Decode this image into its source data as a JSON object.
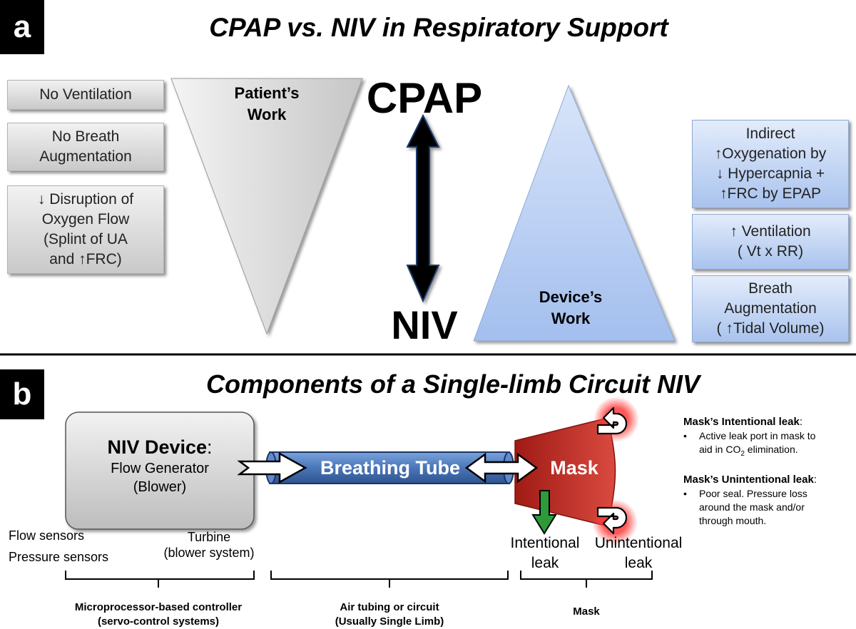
{
  "panel_a": {
    "letter": "a",
    "title": "CPAP vs. NIV in Respiratory Support",
    "left_boxes": [
      {
        "text": "No Ventilation"
      },
      {
        "line1": "No Breath",
        "line2": "Augmentation"
      },
      {
        "line1": "↓ Disruption of",
        "line2": "Oxygen Flow",
        "line3": "(Splint of UA",
        "line4": "and ↑FRC)"
      }
    ],
    "patient_work": {
      "line1": "Patient’s",
      "line2": "Work"
    },
    "cpap_label": "CPAP",
    "niv_label": "NIV",
    "device_work": {
      "line1": "Device’s",
      "line2": "Work"
    },
    "right_boxes": [
      {
        "line1": "Indirect",
        "line2": "↑Oxygenation by",
        "line3": "↓ Hypercapnia +",
        "line4": "↑FRC by EPAP"
      },
      {
        "line1": "↑ Ventilation",
        "line2": "( Vt x RR)"
      },
      {
        "line1": "Breath",
        "line2": "Augmentation",
        "line3": "( ↑Tidal Volume)"
      }
    ]
  },
  "panel_b": {
    "letter": "b",
    "title": "Components of a Single-limb Circuit NIV",
    "device": {
      "title": "NIV Device",
      "colon": ":",
      "line1": "Flow Generator",
      "line2": "(Blower)"
    },
    "flow_sensors": "Flow sensors",
    "pressure_sensors": "Pressure sensors",
    "turbine": {
      "line1": "Turbine",
      "line2": "(blower system)"
    },
    "breathing_tube": "Breathing Tube",
    "mask": "Mask",
    "intentional_leak": {
      "line1": "Intentional",
      "line2": "leak"
    },
    "unintentional_leak": {
      "line1": "Unintentional",
      "line2": "leak"
    },
    "side_notes": {
      "intentional_title": "Mask’s Intentional leak",
      "intentional_colon": ":",
      "intentional_line1": "Active leak port in mask to",
      "intentional_line2_pre": "aid in CO",
      "intentional_line2_sub": "2",
      "intentional_line2_post": " elimination.",
      "unintentional_title": "Mask’s Unintentional leak",
      "unintentional_colon": ":",
      "unintentional_line1": "Poor seal. Pressure loss",
      "unintentional_line2": "around the mask and/or",
      "unintentional_line3": "through mouth.",
      "bullet": "•"
    },
    "groups": [
      {
        "line1": "Microprocessor-based controller",
        "line2": "(servo-control systems)"
      },
      {
        "line1": "Air tubing or circuit",
        "line2": "(Usually Single Limb)"
      },
      {
        "line1": "Mask"
      }
    ]
  },
  "colors": {
    "black": "#000000",
    "grey_box": "#d9d9d9",
    "blue_box": "#c5d7f5",
    "tube_blue": "#4a76b8",
    "mask_red": "#b8221c",
    "leak_green": "#2e9a3a",
    "glow_red": "#ff3b3b"
  }
}
